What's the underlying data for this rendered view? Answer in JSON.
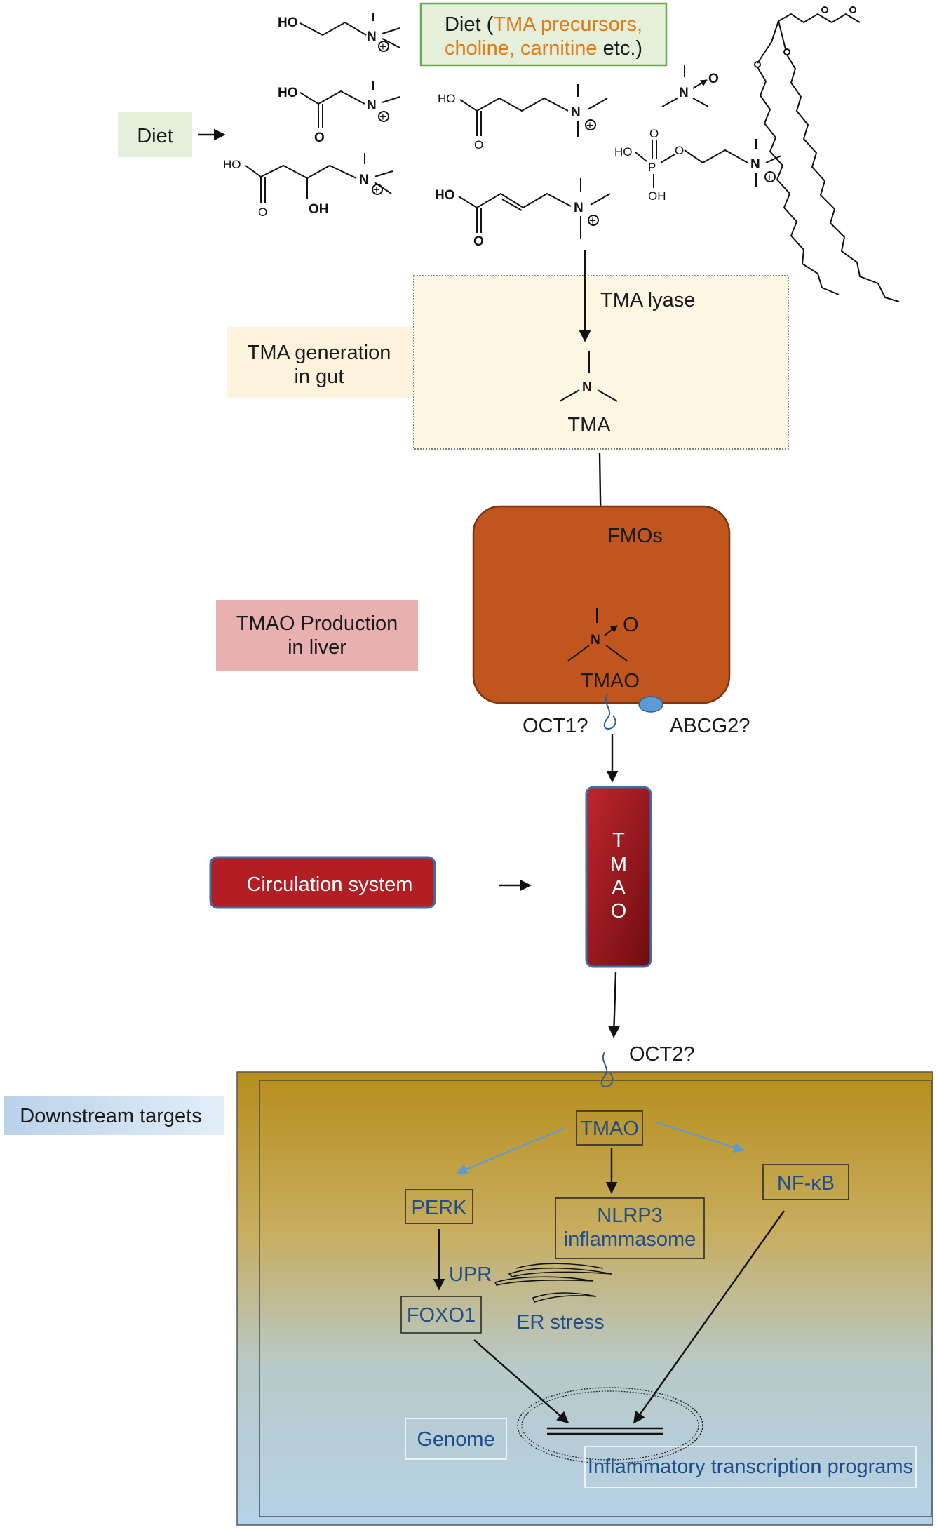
{
  "diet_box": {
    "prefix": "Diet (",
    "highlight_line1": "TMA precursors,",
    "highlight_line2": "choline, carnitine",
    "suffix": " etc.)",
    "highlight_color": "#e07b1a"
  },
  "stage_labels": {
    "diet": "Diet",
    "tma_generation_line1": "TMA generation",
    "tma_generation_line2": "in gut",
    "tmao_production_line1": "TMAO Production",
    "tmao_production_line2": "in liver",
    "circulation": "Circulation system",
    "downstream": "Downstream targets"
  },
  "chemistry": {
    "ho": "HO",
    "oh": "OH",
    "o": "O",
    "n": "N",
    "p": "P",
    "plus": "+"
  },
  "gut": {
    "enzyme": "TMA lyase",
    "product": "TMA"
  },
  "liver": {
    "enzyme": "FMOs",
    "product": "TMAO",
    "transporter_left": "OCT1?",
    "transporter_right": "ABCG2?"
  },
  "blood": {
    "letters": [
      "T",
      "M",
      "A",
      "O"
    ]
  },
  "cell": {
    "transporter": "OCT2?",
    "tmao": "TMAO",
    "perk": "PERK",
    "nlrp3_line1": "NLRP3",
    "nlrp3_line2": "inflammasome",
    "nfkb": "NF-κB",
    "upr": "UPR",
    "foxo1": "FOXO1",
    "er_stress": "ER stress",
    "genome": "Genome",
    "inflammatory": "Inflammatory transcription programs"
  },
  "colors": {
    "diet_label_bg": "#e4f0dc",
    "diet_box_border": "#6aa84f",
    "gut_label_bg": "#fdf3dc",
    "gut_box_bg": "#fdf6e3",
    "liver_label_bg": "#e8b0b0",
    "liver_fill": "#c0561e",
    "circulation_fill": "#b21e24",
    "cell_top": "#b78e1d",
    "cell_bottom": "#b6d2e8",
    "downstream_label_bg": "#c9dcee",
    "text_blue": "#1f4e8c",
    "arrow_blue": "#5b9bd5"
  }
}
